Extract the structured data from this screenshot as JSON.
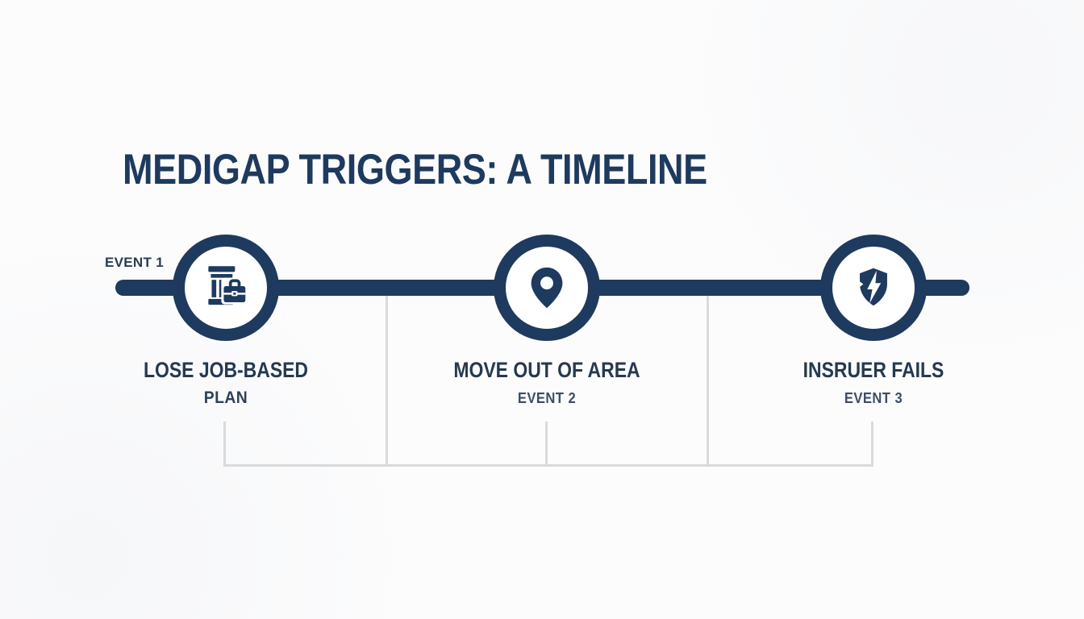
{
  "title": "MEDIGAP TRIGGERS: A TIMELINE",
  "timeline": {
    "start_label": "EVENT 1",
    "events": [
      {
        "icon": "bank-briefcase-icon",
        "line1": "LOSE JOB-BASED",
        "line2": "PLAN"
      },
      {
        "icon": "location-pin-icon",
        "line1": "MOVE OUT OF AREA",
        "line2": "EVENT 2"
      },
      {
        "icon": "shield-bolt-icon",
        "line1": "INSRUER FAILS",
        "line2": "EVENT 3"
      }
    ]
  },
  "colors": {
    "navy": "#1e3a5e",
    "label_dark": "#25394f",
    "sublabel": "#3d4e64",
    "connector_gray": "#d8dadc",
    "background": "#fcfcfd"
  }
}
